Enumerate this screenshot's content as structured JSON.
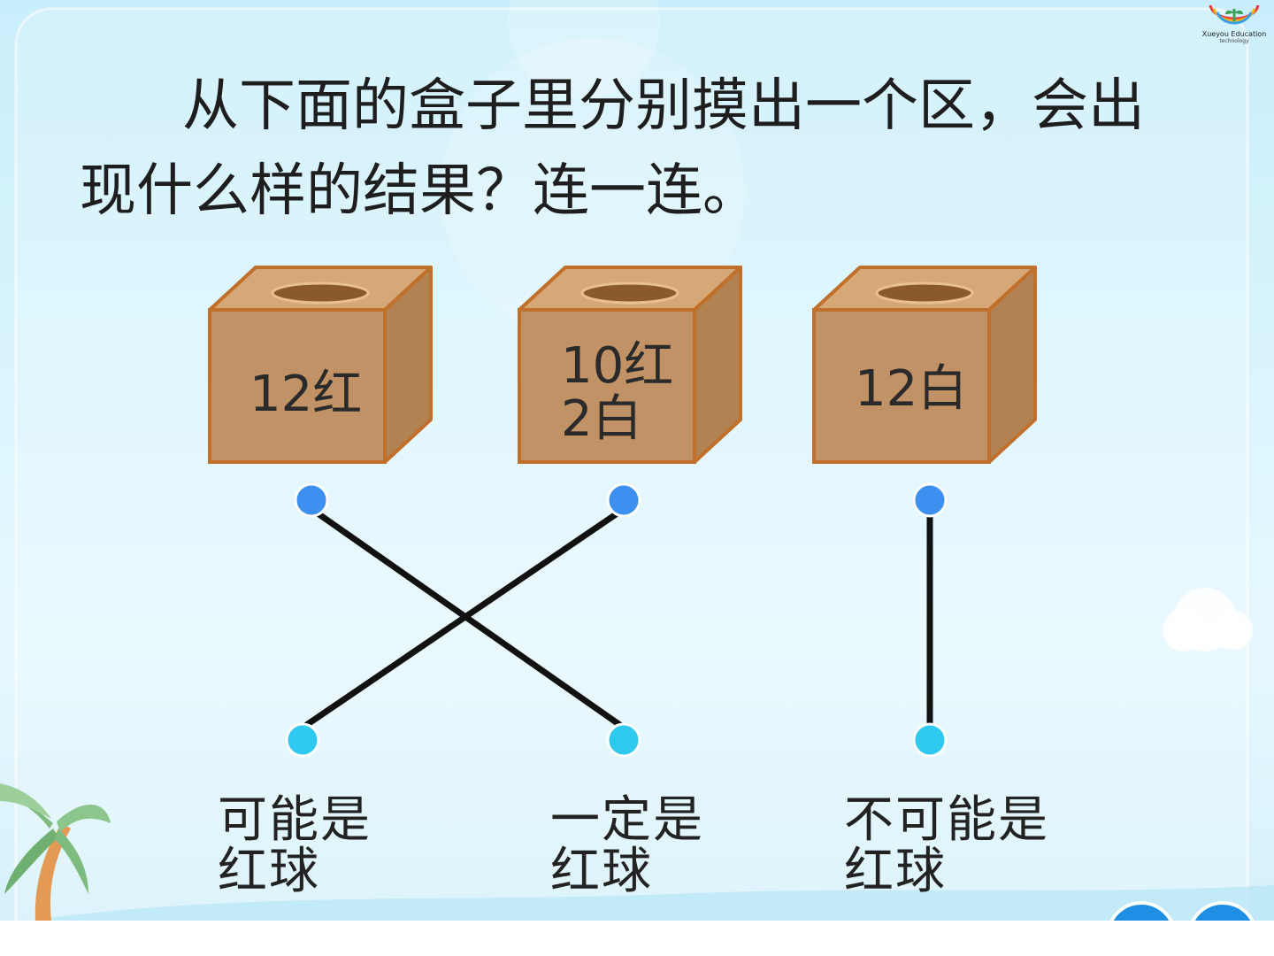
{
  "question": {
    "text": "从下面的盒子里分别摸出一个区，会出现什么样的结果？连一连。"
  },
  "boxes": [
    {
      "line1": "12红",
      "line2": ""
    },
    {
      "line1": "10红",
      "line2": "2白"
    },
    {
      "line1": "12白",
      "line2": ""
    }
  ],
  "options": [
    {
      "line1": "可能是",
      "line2": "红球"
    },
    {
      "line1": "一定是",
      "line2": "红球"
    },
    {
      "line1": "不可能是",
      "line2": "红球"
    }
  ],
  "connections": [
    {
      "from_box": 1,
      "to_option": 2
    },
    {
      "from_box": 2,
      "to_option": 1
    },
    {
      "from_box": 3,
      "to_option": 3
    }
  ],
  "logo": {
    "name": "Xueyou Education",
    "tagline": "technology"
  },
  "colors": {
    "box_front": "#c09265",
    "box_top": "#d7a877",
    "box_side": "#b38253",
    "box_edge": "#c0702a",
    "dot_top": "#3d8ff0",
    "dot_bottom": "#2fc8ef",
    "line": "#111111"
  }
}
